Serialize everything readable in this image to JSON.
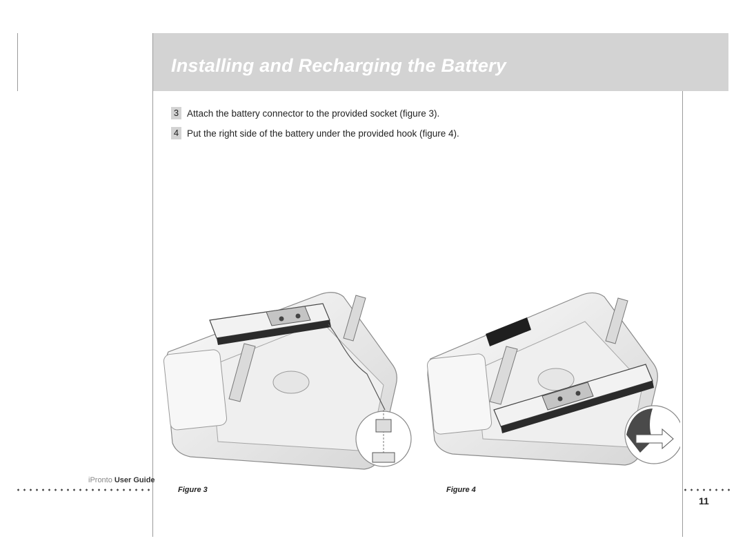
{
  "header": {
    "title": "Installing and Recharging the Battery"
  },
  "steps": [
    {
      "number": "3",
      "text": "Attach the battery connector to the provided socket  (figure 3)."
    },
    {
      "number": "4",
      "text": "Put the right side of the battery under the provided hook  (figure 4)."
    }
  ],
  "figures": [
    {
      "caption": "Figure 3"
    },
    {
      "caption": "Figure 4"
    }
  ],
  "footer": {
    "brand": "iPronto",
    "guide_label": "User Guide",
    "page_number": "11"
  }
}
